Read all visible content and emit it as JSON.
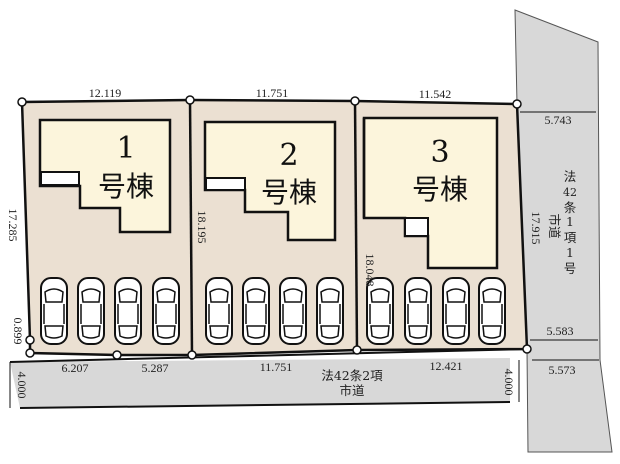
{
  "colors": {
    "lot": "#ebe0d2",
    "building": "#fcf5dc",
    "road": "#d8d8d8",
    "line": "#1a1a1a"
  },
  "lots": [
    {
      "number": "1",
      "suffix": "号棟",
      "top": "12.119",
      "left": "17.285",
      "bottom_a": "6.207",
      "bottom_b": "5.287",
      "corner": "0.899"
    },
    {
      "number": "2",
      "suffix": "号棟",
      "top": "11.751",
      "left": "18.195",
      "bottom": "11.751"
    },
    {
      "number": "3",
      "suffix": "号棟",
      "top": "11.542",
      "left": "18.048",
      "right": "17.915",
      "bottom": "12.421"
    }
  ],
  "south_road": {
    "label_1": "法42条2項",
    "label_2": "市道",
    "width_left": "4.000",
    "width_right": "4.000"
  },
  "east_road": {
    "label_1": "法",
    "label_2": "42",
    "label_3": "条",
    "label_4": "1",
    "label_5": "項",
    "label_6": "1",
    "label_7": "号",
    "label_8": "市道",
    "width_top": "5.743",
    "width_mid": "5.583",
    "width_bottom": "5.573"
  },
  "parking_spaces": 12
}
